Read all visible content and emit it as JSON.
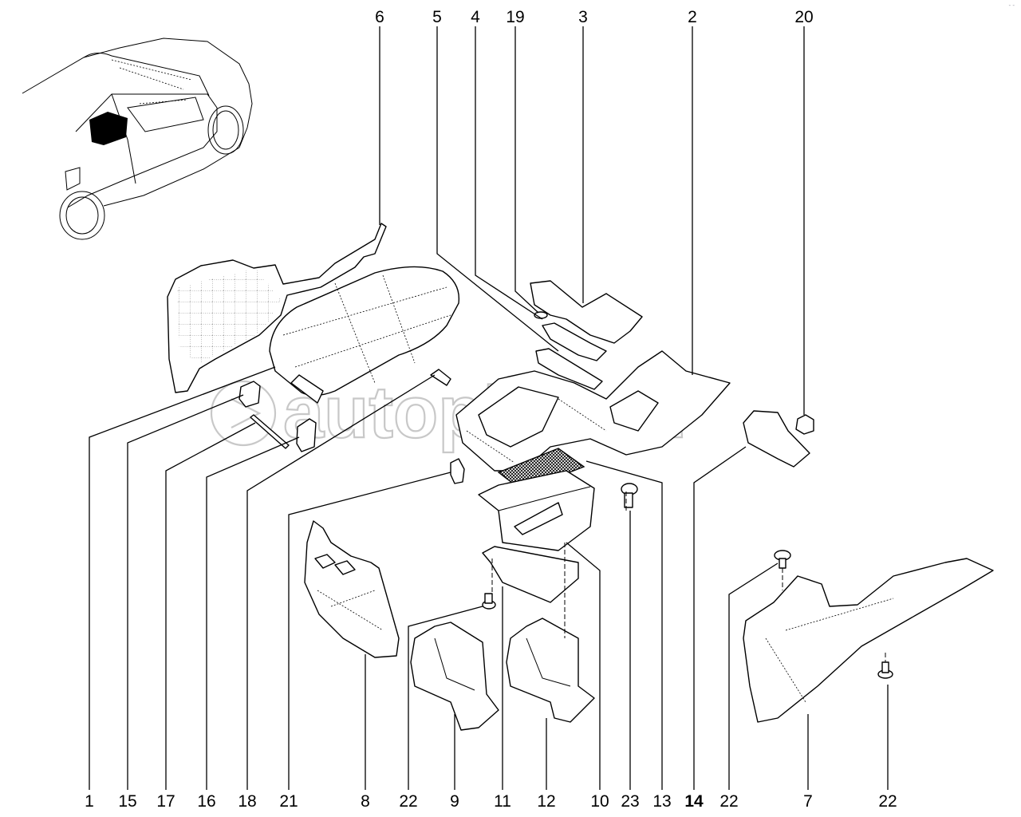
{
  "watermark": "autopiter.ru",
  "watermark_symbol": "@>",
  "corner_mark": "- -",
  "callouts_top": [
    "6",
    "5",
    "4",
    "19",
    "3",
    "2",
    "20"
  ],
  "callouts_bottom": [
    "1",
    "15",
    "17",
    "16",
    "18",
    "21",
    "8",
    "22",
    "9",
    "11",
    "12",
    "10",
    "23",
    "13",
    "14",
    "22",
    "7",
    "22"
  ],
  "colors": {
    "line": "#000000",
    "watermark": "#c8c8c8",
    "background": "#ffffff"
  }
}
